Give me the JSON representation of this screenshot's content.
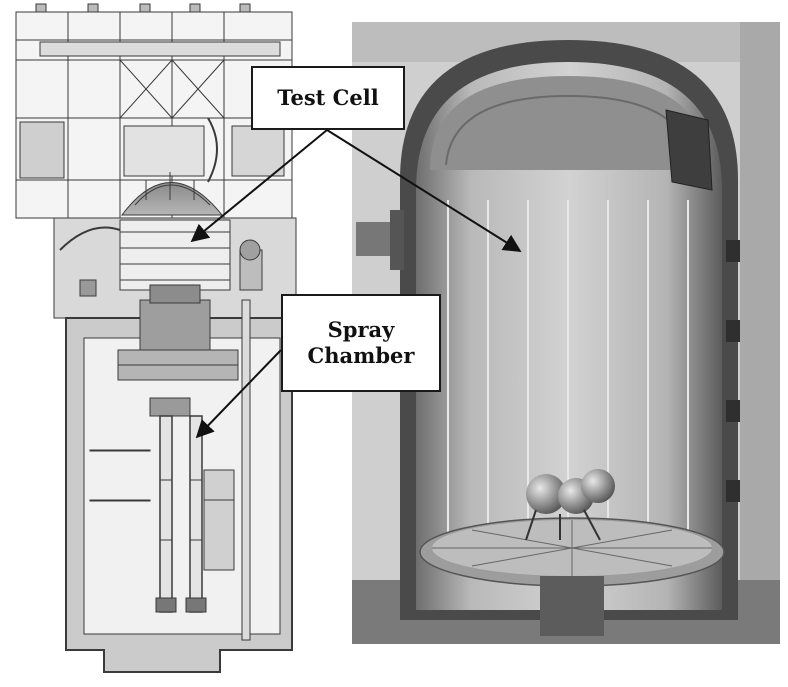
{
  "labels": {
    "test_cell": "Test Cell",
    "spray_chamber_line1": "Spray",
    "spray_chamber_line2": "Chamber"
  },
  "colors": {
    "background": "#ffffff",
    "drawing_line": "#3a3a3a",
    "concrete": "#c9c9c9",
    "render_light": "#c2c2c2",
    "render_dark": "#5a5a5a",
    "callout_border": "#1a1a1a"
  }
}
